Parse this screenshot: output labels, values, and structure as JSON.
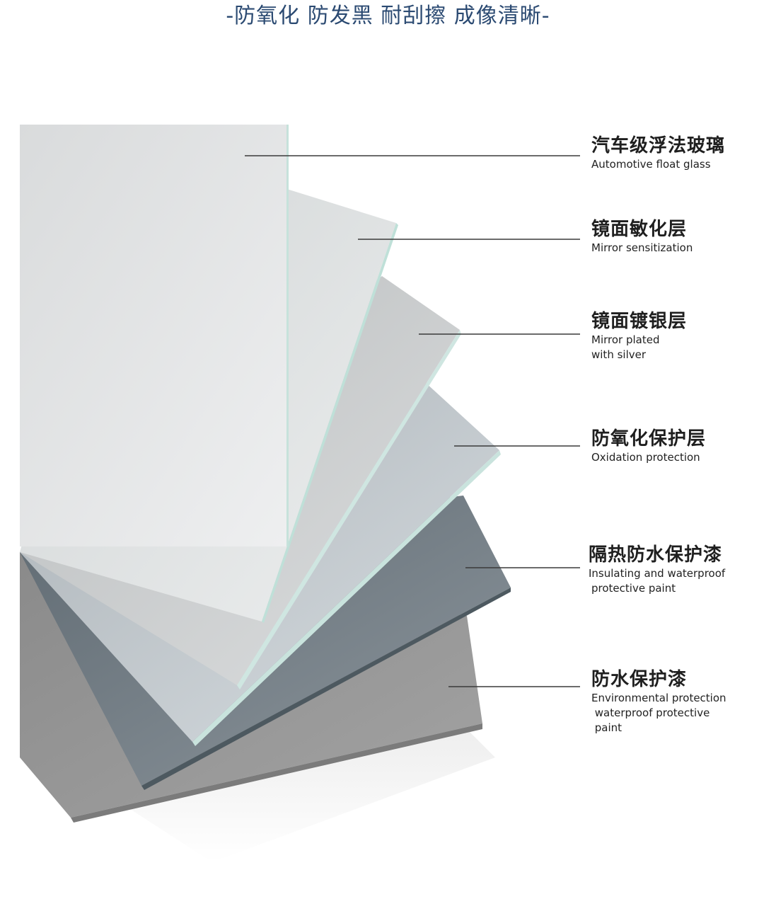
{
  "headline": "-防氧化 防发黑 耐刮擦 成像清晰-",
  "layers": [
    {
      "zh": "汽车级浮法玻璃",
      "en": [
        "Automotive float glass"
      ]
    },
    {
      "zh": "镜面敏化层",
      "en": [
        "Mirror sensitization"
      ]
    },
    {
      "zh": "镜面镀银层",
      "en": [
        "Mirror plated",
        "with silver"
      ]
    },
    {
      "zh": "防氧化保护层",
      "en": [
        "Oxidation protection"
      ]
    },
    {
      "zh": "隔热防水保护漆",
      "en": [
        "Insulating and waterproof",
        "protective paint"
      ]
    },
    {
      "zh": "防水保护漆",
      "en": [
        "Environmental protection",
        " waterproof protective",
        " paint"
      ]
    }
  ]
}
